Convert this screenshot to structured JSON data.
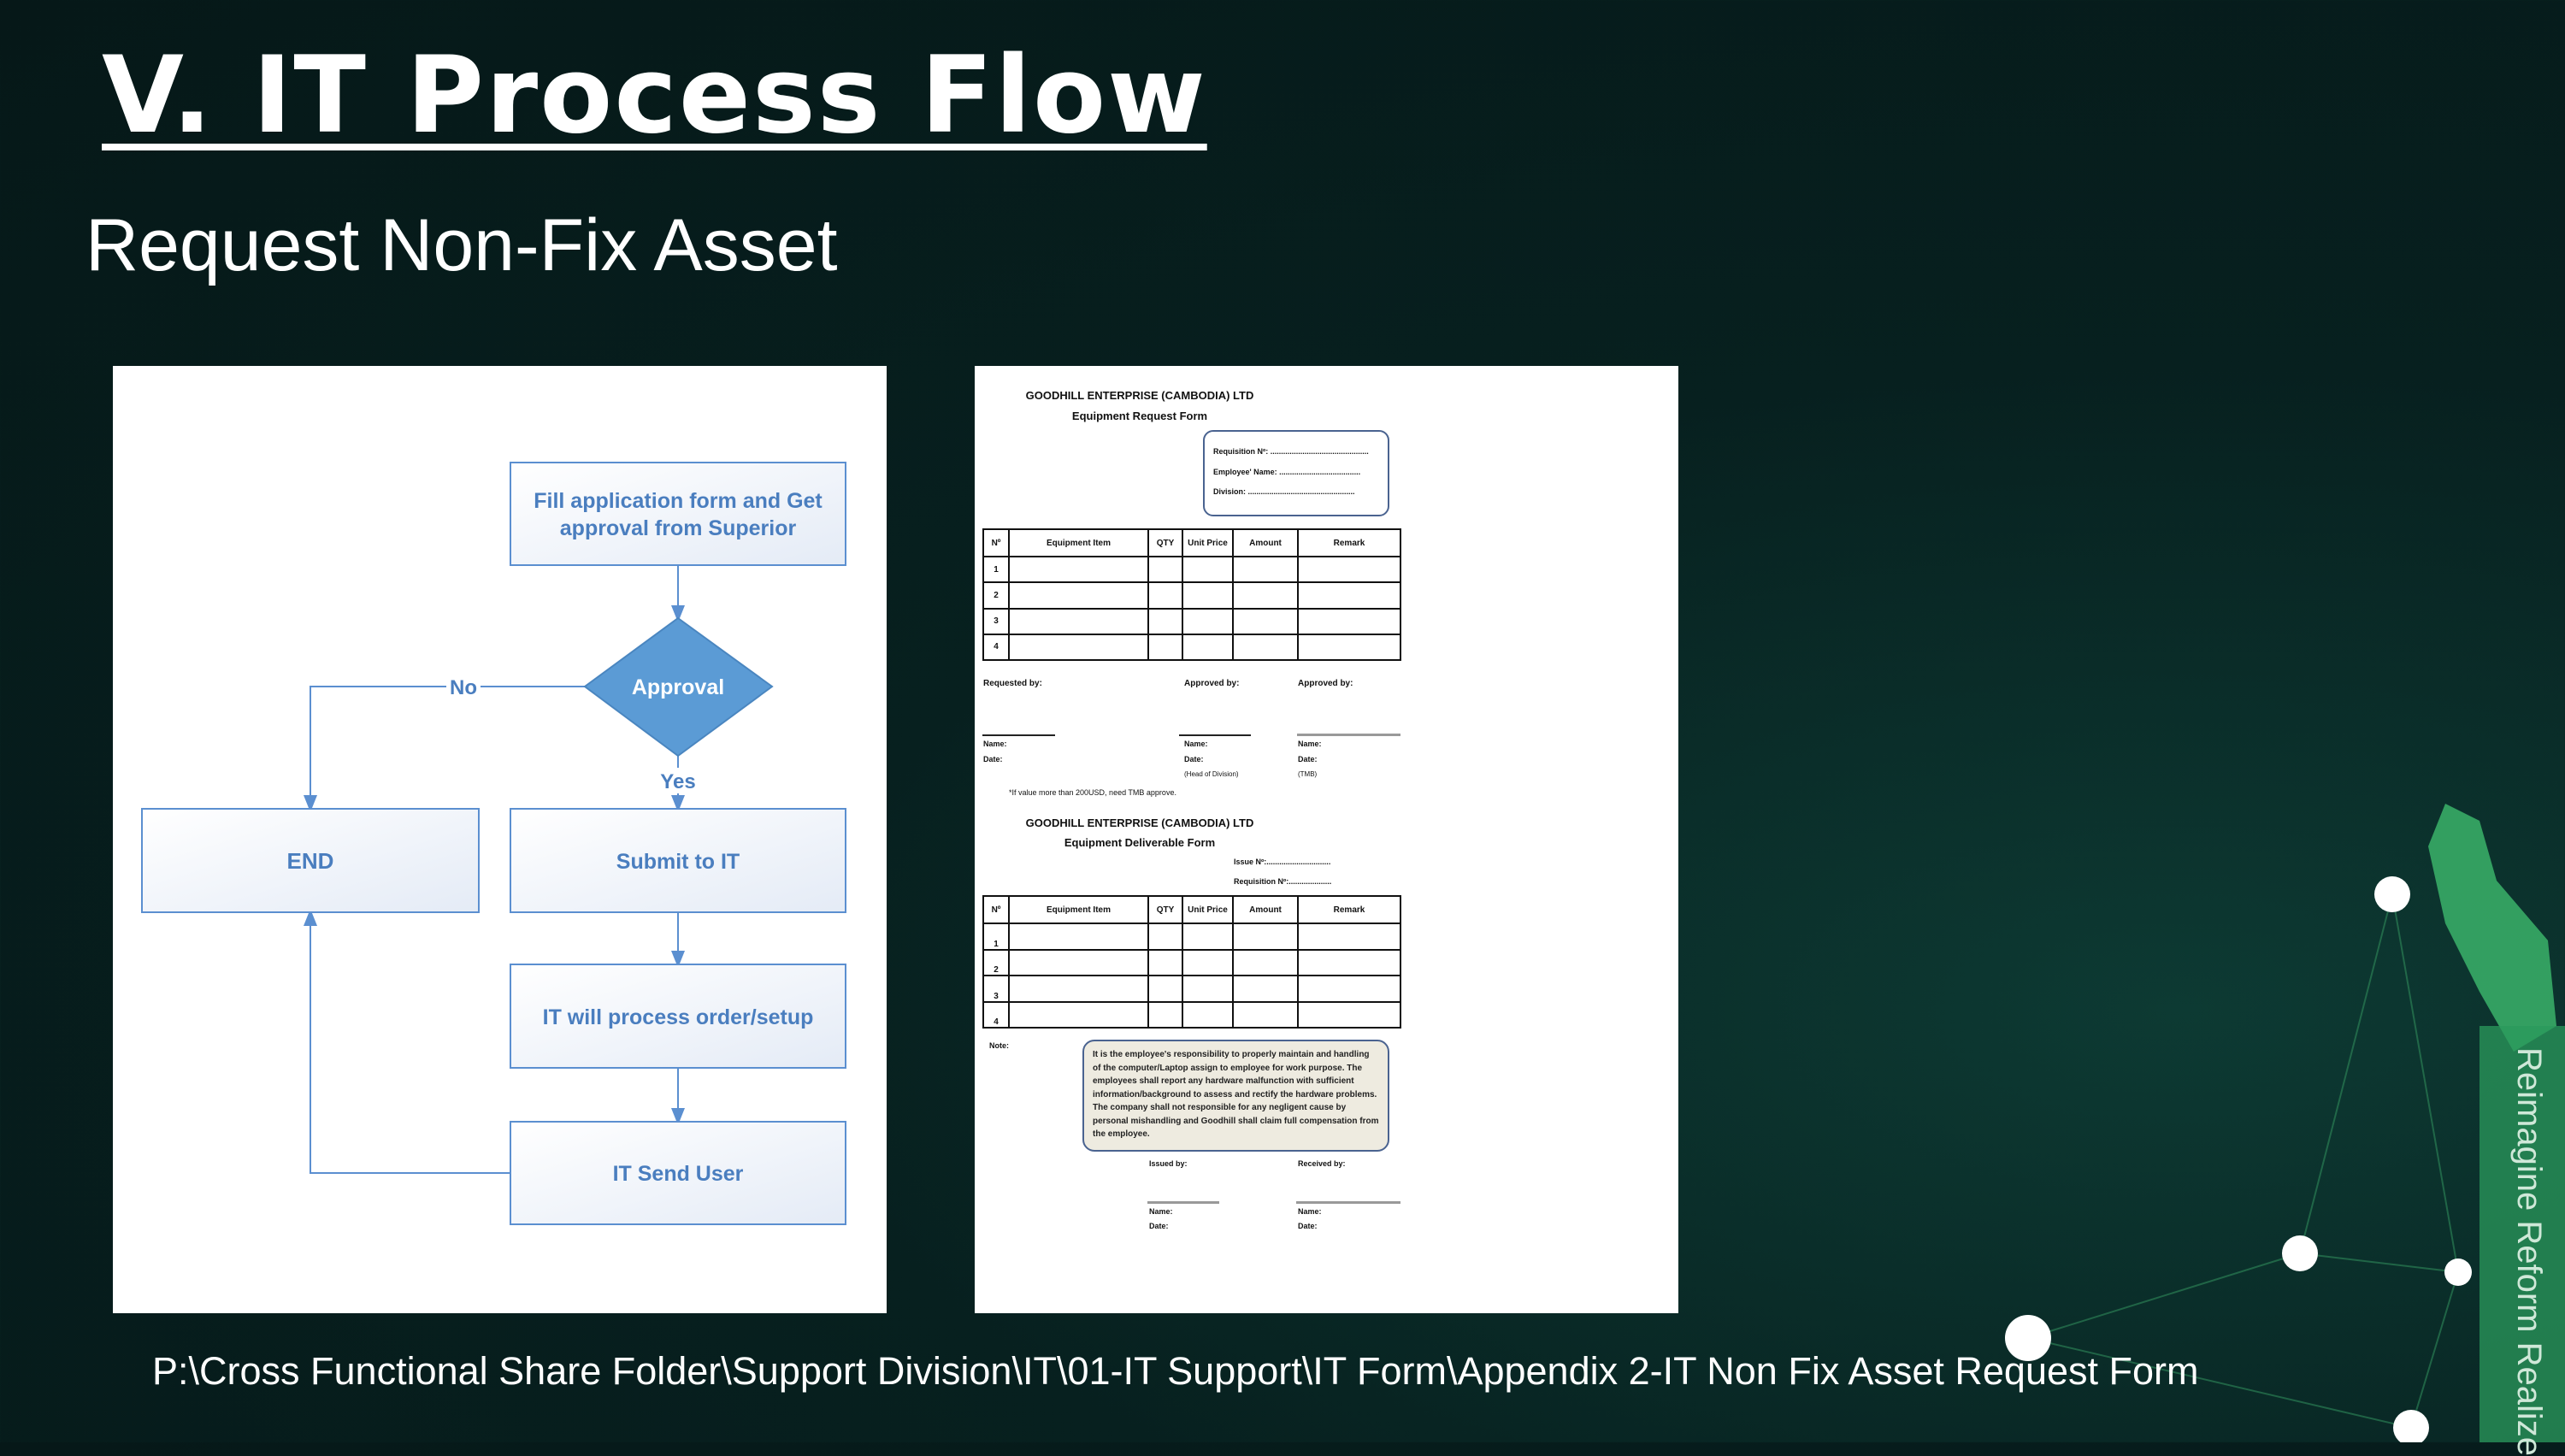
{
  "slide": {
    "title": "V. IT Process Flow",
    "subtitle": "Request Non-Fix Asset",
    "footer_path": "P:\\Cross Functional Share Folder\\Support Division\\IT\\01-IT Support\\IT Form\\Appendix 2-IT Non Fix Asset Request Form",
    "side_text": "Reimagine Reform Realize"
  },
  "flow": {
    "step1_line1": "Fill application form and Get",
    "step1_line2": "approval from Superior",
    "decision": "Approval",
    "no": "No",
    "yes": "Yes",
    "end": "END",
    "submit": "Submit to IT",
    "process": "IT will process order/setup",
    "send": "IT Send User"
  },
  "request_form": {
    "company": "GOODHILL ENTERPRISE (CAMBODIA) LTD",
    "title": "Equipment Request Form",
    "info": [
      "Requisition Nº: ..............................................",
      "Employee' Name: ......................................",
      "Division: .................................................."
    ],
    "columns": [
      "Nº",
      "Equipment Item",
      "QTY",
      "Unit Price",
      "Amount",
      "Remark"
    ],
    "rows": [
      "1",
      "2",
      "3",
      "4"
    ],
    "requested_by": "Requested by:",
    "approved_by": "Approved by:",
    "name": "Name:",
    "date": "Date:",
    "head_of_division": "(Head of Division)",
    "tmb": "(TMB)",
    "footnote": "*If value more than 200USD, need TMB approve."
  },
  "deliver_form": {
    "company": "GOODHILL ENTERPRISE (CAMBODIA) LTD",
    "title": "Equipment Deliverable Form",
    "issue_no": "Issue Nº:..............................",
    "requisition_no": "Requisition Nº:....................",
    "columns": [
      "Nº",
      "Equipment Item",
      "QTY",
      "Unit Price",
      "Amount",
      "Remark"
    ],
    "rows": [
      "1",
      "2",
      "3",
      "4"
    ],
    "note_label": "Note:",
    "note": "It is the employee's responsibility to properly maintain and handling of the computer/Laptop assign to employee for work purpose. The employees shall report any hardware malfunction with sufficient information/background to assess and rectify the hardware problems. The company shall not responsible for any negligent cause by personal mishandling and Goodhill shall claim full compensation from the employee.",
    "issued_by": "Issued by:",
    "received_by": "Received by:",
    "name": "Name:",
    "date": "Date:"
  }
}
